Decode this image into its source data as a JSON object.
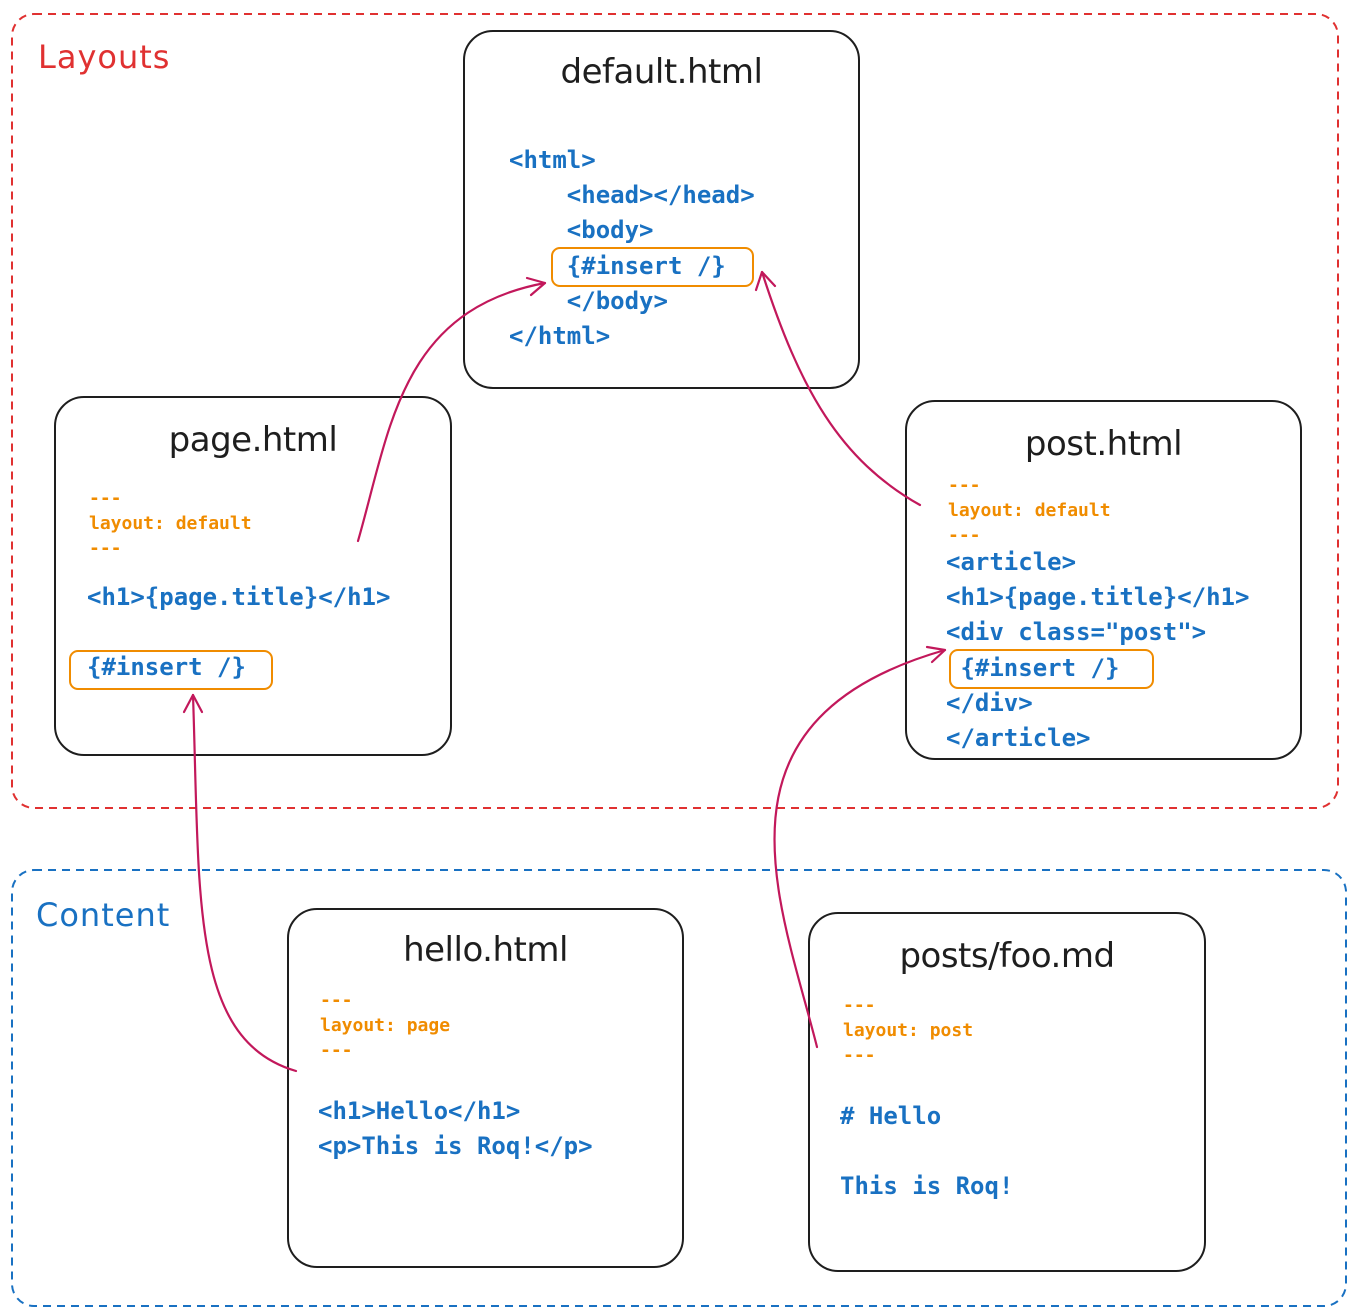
{
  "colors": {
    "layouts_border": "#e03131",
    "content_border": "#1971c2",
    "code": "#1971c2",
    "frontmatter": "#f08c00",
    "arrow": "#c2185b",
    "card_border": "#1e1e1e"
  },
  "groups": {
    "layouts": {
      "label": "Layouts"
    },
    "content": {
      "label": "Content"
    }
  },
  "cards": {
    "default": {
      "title": "default.html",
      "lines": [
        "<html>",
        "    <head></head>",
        "    <body>",
        "    {#insert /}",
        "    </body>",
        "</html>"
      ]
    },
    "page": {
      "title": "page.html",
      "frontmatter": [
        "---",
        "layout: default",
        "---"
      ],
      "h1": "<h1>{page.title}</h1>",
      "insert": "{#insert /}"
    },
    "post": {
      "title": "post.html",
      "frontmatter": [
        "---",
        "layout: default",
        "---"
      ],
      "lines": [
        "<article>",
        "<h1>{page.title}</h1>",
        "<div class=\"post\">",
        " {#insert /}",
        "</div>",
        "</article>"
      ]
    },
    "hello": {
      "title": "hello.html",
      "frontmatter": [
        "---",
        "layout: page",
        "---"
      ],
      "lines": [
        "<h1>Hello</h1>",
        "<p>This is Roq!</p>"
      ]
    },
    "foo": {
      "title": "posts/foo.md",
      "frontmatter": [
        "---",
        "layout: post",
        "---"
      ],
      "lines": [
        "# Hello",
        "",
        "This is Roq!"
      ]
    }
  }
}
